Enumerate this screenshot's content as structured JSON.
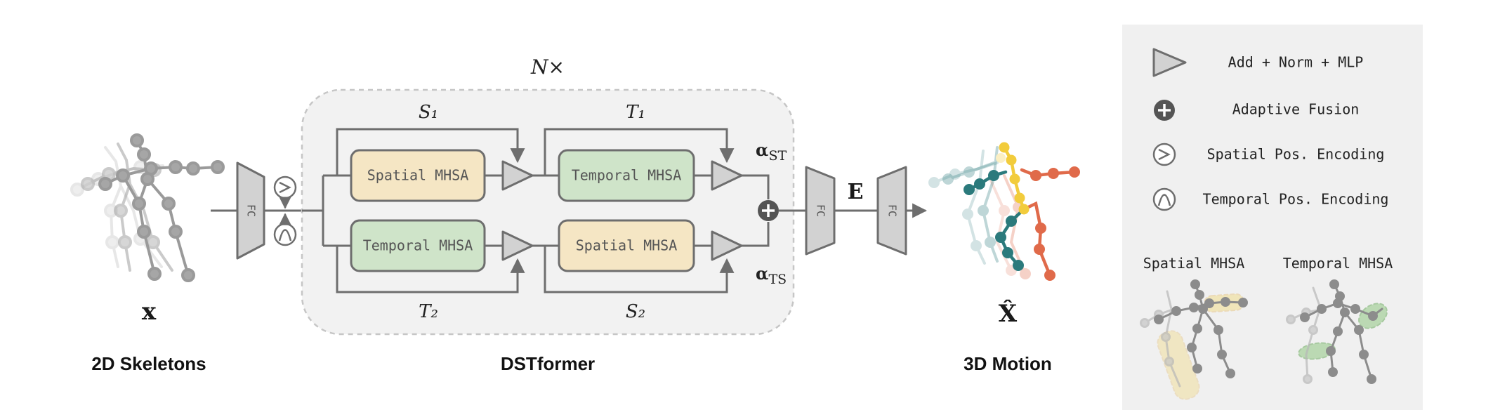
{
  "main": {
    "repeat_label": "N×",
    "input_symbol": "x",
    "input_caption": "2D Skeletons",
    "block_caption": "DSTformer",
    "embedding_symbol": "E",
    "output_symbol": "X̂",
    "output_caption": "3D Motion",
    "fc_label": "FC",
    "top_branch": {
      "spatial_label": "Spatial MHSA",
      "temporal_label": "Temporal MHSA",
      "s_label": "S₁",
      "t_label": "T₁",
      "alpha_label": "α_ST"
    },
    "bottom_branch": {
      "temporal_label": "Temporal MHSA",
      "spatial_label": "Spatial MHSA",
      "t_label": "T₂",
      "s_label": "S₂",
      "alpha_label": "α_TS"
    }
  },
  "legend": {
    "items": [
      {
        "icon": "triangle-icon",
        "label": "Add + Norm + MLP"
      },
      {
        "icon": "plus-circle-icon",
        "label": "Adaptive Fusion"
      },
      {
        "icon": "spatial-pos-icon",
        "label": "Spatial Pos. Encoding"
      },
      {
        "icon": "temporal-pos-icon",
        "label": "Temporal Pos. Encoding"
      }
    ],
    "spatial_caption": "Spatial MHSA",
    "temporal_caption": "Temporal MHSA"
  },
  "colors": {
    "spatial_fill": "#f5e6c4",
    "temporal_fill": "#cfe4c9",
    "teal": "#2b7a7c",
    "orange": "#e06a4a",
    "yellow": "#f2cc3c",
    "panel": "#f0f0f0",
    "line": "#6e6e6e"
  }
}
